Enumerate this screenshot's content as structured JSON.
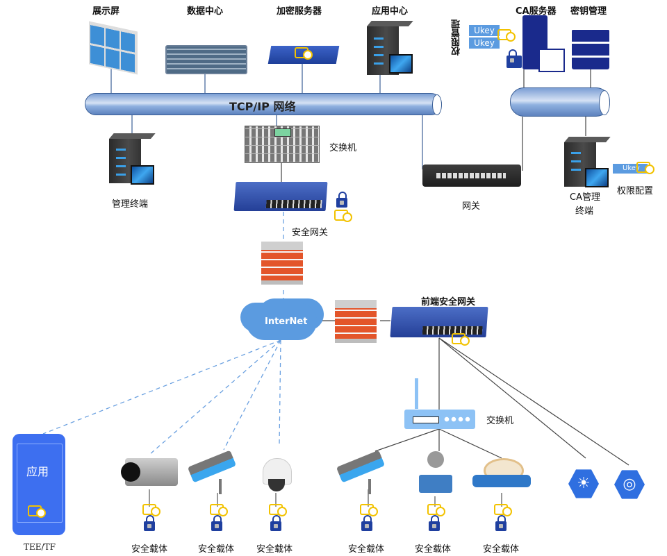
{
  "title": "安全网络架构拓扑图",
  "top_devices": {
    "display": "展示屏",
    "datacenter": "数据中心",
    "crypto_server": "加密服务器",
    "app_center": "应用中心"
  },
  "ca_section": {
    "ca_server": "CA服务器",
    "key_mgmt": "密钥管理",
    "perm_mgmt": "权限管理",
    "ukey1": "Ukey",
    "ukey2": "Ukey",
    "ukey3": "Ukey",
    "ca_terminal_line1": "CA管理",
    "ca_terminal_line2": "终端",
    "perm_config": "权限配置"
  },
  "network": {
    "backbone": "TCP/IP 网络",
    "switch_core": "交换机",
    "mgmt_terminal": "管理终端",
    "gateway": "网关",
    "security_gateway": "安全网关",
    "internet": "InterNet",
    "front_gateway": "前端安全网关",
    "switch_edge": "交换机"
  },
  "phone": {
    "app": "应用",
    "label": "TEE/TF"
  },
  "endpoints": [
    {
      "type": "box-camera",
      "label": "安全载体"
    },
    {
      "type": "bullet-camera",
      "label": "安全载体"
    },
    {
      "type": "dome-camera",
      "label": "安全载体"
    },
    {
      "type": "bullet-camera",
      "label": "安全载体"
    },
    {
      "type": "flow-meter",
      "label": "安全载体"
    },
    {
      "type": "water-meter",
      "label": "安全载体"
    }
  ],
  "sensors": [
    {
      "type": "light-sensor",
      "glyph": "☀"
    },
    {
      "type": "radar-sensor",
      "glyph": "◎"
    }
  ],
  "colors": {
    "pipe": "#7b9ed4",
    "switch_blue": "#2f4fa8",
    "firewall": "#e3552a",
    "cert_gold": "#f2c200",
    "lock_blue": "#1f3f9f",
    "phone_blue": "#3d6ff0",
    "dashed_link": "#6aa0e0"
  }
}
